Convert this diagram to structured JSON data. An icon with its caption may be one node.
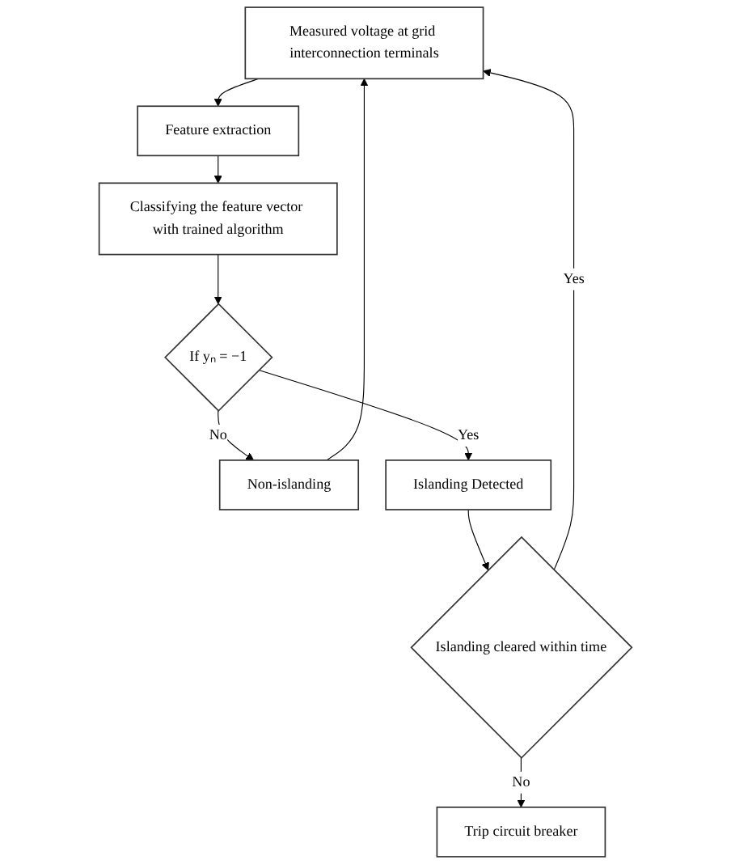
{
  "diagram": {
    "nodes": [
      {
        "text": [
          "Measured voltage at grid interconnection terminals"
        ]
      },
      {
        "text": [
          "Feature extraction"
        ]
      },
      {
        "text": [
          "Classifying the feature vector with trained algorithm"
        ]
      },
      {
        "text": [
          "If yₙ = −1"
        ]
      },
      {
        "text": [
          "Non-islanding"
        ]
      },
      {
        "text": [
          "Islanding Detected"
        ]
      },
      {
        "text": [
          "Islanding cleared within time"
        ]
      },
      {
        "text": [
          "Trip circuit breaker"
        ]
      }
    ],
    "edges": [
      {
        "from": 0,
        "to": 1,
        "arrow": "to"
      },
      {
        "from": 1,
        "to": 2,
        "arrow": "to"
      },
      {
        "from": 2,
        "to": 3,
        "arrow": "to"
      },
      {
        "from": 3,
        "to": 4,
        "label": "No",
        "arrow": "to"
      },
      {
        "from": 3,
        "to": 5,
        "label": "Yes",
        "arrow": "to"
      },
      {
        "from": 4,
        "to": 0,
        "arrow": "to"
      },
      {
        "from": 5,
        "to": 6,
        "arrow": "to"
      },
      {
        "from": 6,
        "to": 0,
        "label": "Yes",
        "arrow": "to"
      },
      {
        "from": 6,
        "to": 7,
        "label": "No",
        "arrow": "to"
      }
    ]
  }
}
